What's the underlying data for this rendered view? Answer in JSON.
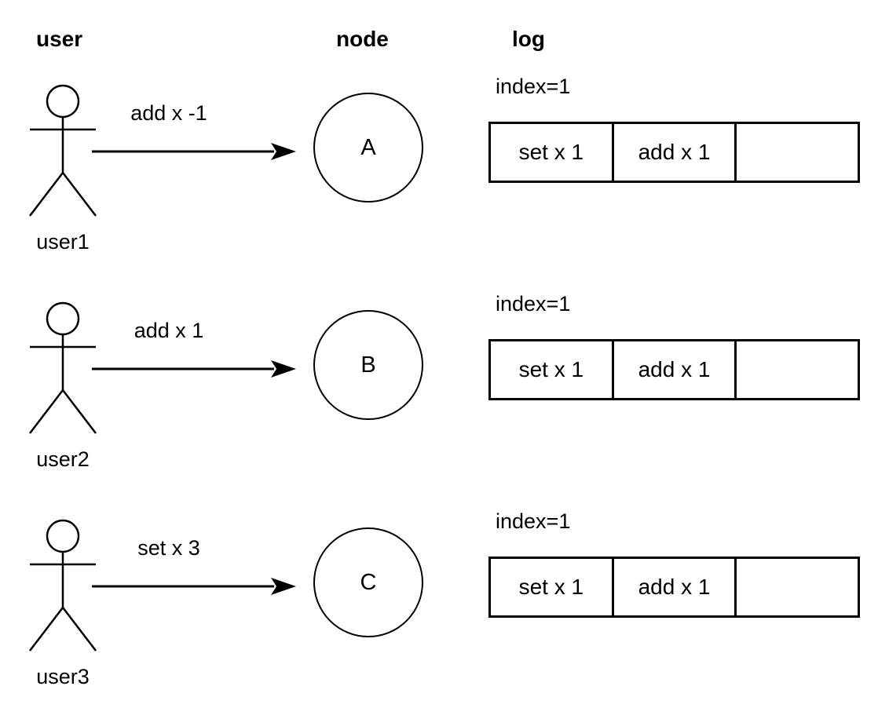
{
  "diagram": {
    "column_headers": {
      "user": "user",
      "node": "node",
      "log": "log"
    },
    "rows": [
      {
        "user_name": "user1",
        "message": "add x -1",
        "node_label": "A",
        "log_index_label": "index=1",
        "log_cells": [
          "set x 1",
          "add x 1",
          ""
        ]
      },
      {
        "user_name": "user2",
        "message": "add x 1",
        "node_label": "B",
        "log_index_label": "index=1",
        "log_cells": [
          "set x 1",
          "add x 1",
          ""
        ]
      },
      {
        "user_name": "user3",
        "message": "set x 3",
        "node_label": "C",
        "log_index_label": "index=1",
        "log_cells": [
          "set x 1",
          "add x 1",
          ""
        ]
      }
    ],
    "colors": {
      "stroke": "#000000",
      "text": "#000000",
      "background": "#ffffff"
    }
  }
}
